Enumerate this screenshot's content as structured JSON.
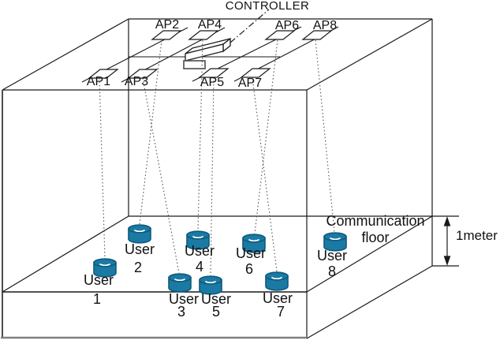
{
  "diagram": {
    "controller_label": "CONTROLLER",
    "floor_label": {
      "line1": "Communication",
      "line2": "floor"
    },
    "dimension_label": "1meter"
  },
  "access_points": [
    {
      "label": "AP1"
    },
    {
      "label": "AP2"
    },
    {
      "label": "AP3"
    },
    {
      "label": "AP4"
    },
    {
      "label": "AP5"
    },
    {
      "label": "AP6"
    },
    {
      "label": "AP7"
    },
    {
      "label": "AP8"
    }
  ],
  "users": [
    {
      "word": "User",
      "number": "1"
    },
    {
      "word": "User",
      "number": "2"
    },
    {
      "word": "User",
      "number": "3"
    },
    {
      "word": "User",
      "number": "4"
    },
    {
      "word": "User",
      "number": "5"
    },
    {
      "word": "User",
      "number": "6"
    },
    {
      "word": "User",
      "number": "7"
    },
    {
      "word": "User",
      "number": "8"
    }
  ],
  "colors": {
    "outline": "#1a1a1a",
    "soft_outline": "#4d4d4d",
    "floor_edge": "#808080",
    "link_line": "#595959",
    "cylinder_fill": "#1b7aa4",
    "cylinder_stroke": "#0e5a7d",
    "cylinder_highlight": "#ffffff",
    "text": "#111111"
  }
}
